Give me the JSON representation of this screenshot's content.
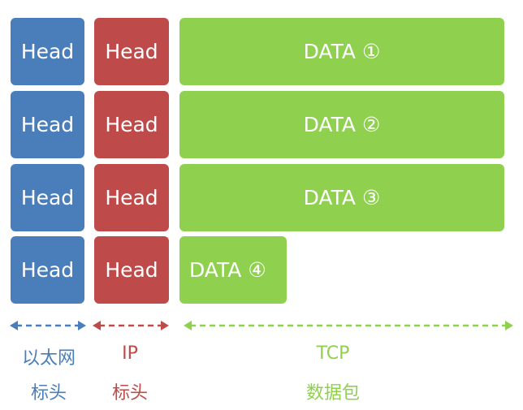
{
  "colors": {
    "ethernet": "#4a7ebb",
    "ip": "#bf4a4a",
    "tcp": "#8fd14f"
  },
  "rows": [
    {
      "eth_head": "Head",
      "ip_head": "Head",
      "data": "DATA ①"
    },
    {
      "eth_head": "Head",
      "ip_head": "Head",
      "data": "DATA ②"
    },
    {
      "eth_head": "Head",
      "ip_head": "Head",
      "data": "DATA ③"
    },
    {
      "eth_head": "Head",
      "ip_head": "Head",
      "data": "DATA ④"
    }
  ],
  "legend": {
    "ethernet": {
      "line1": "以太网",
      "line2": "标头"
    },
    "ip": {
      "line1": "IP",
      "line2": "标头"
    },
    "tcp": {
      "line1": "TCP",
      "line2": "数据包"
    }
  }
}
